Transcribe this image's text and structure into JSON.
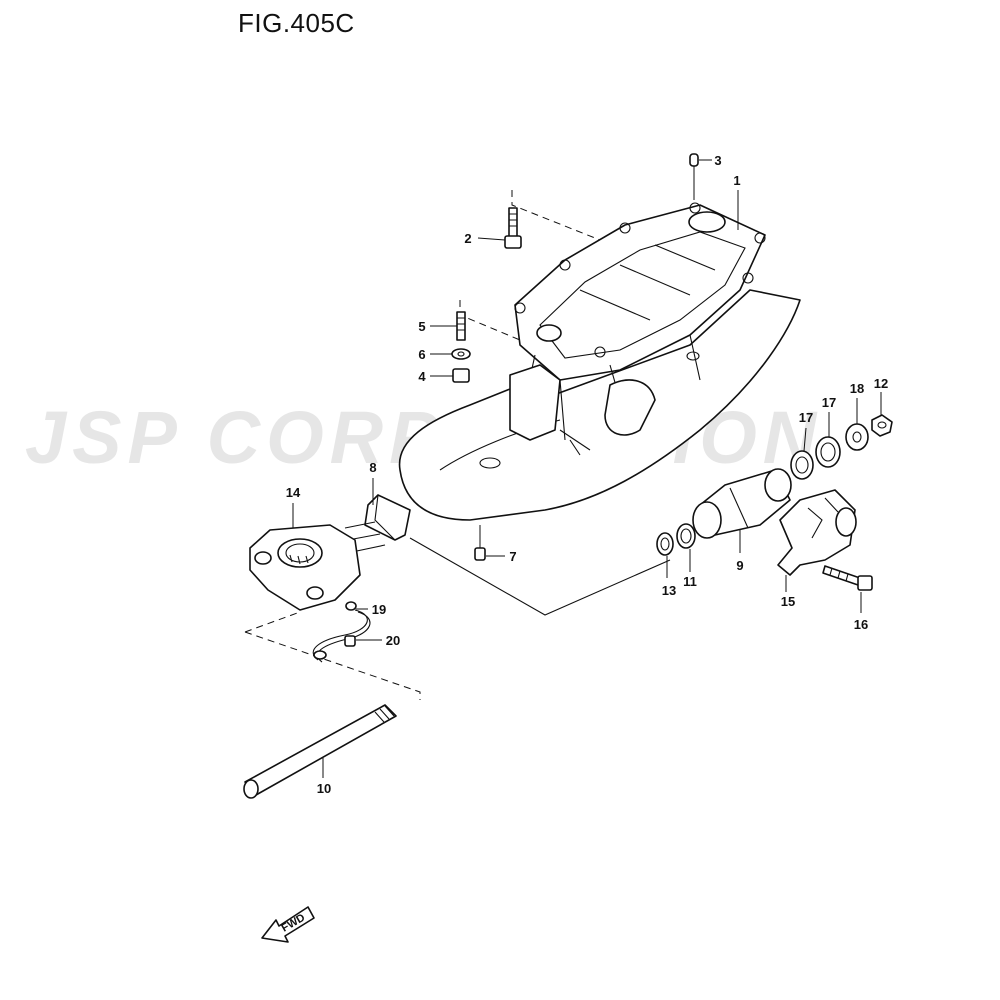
{
  "figure": {
    "title": "FIG.405C"
  },
  "watermark": {
    "text": "JSP CORPORATION"
  },
  "direction": {
    "label": "FWD"
  },
  "callouts": [
    {
      "id": "c1",
      "label": "1"
    },
    {
      "id": "c2",
      "label": "2"
    },
    {
      "id": "c3",
      "label": "3"
    },
    {
      "id": "c4",
      "label": "4"
    },
    {
      "id": "c5",
      "label": "5"
    },
    {
      "id": "c6",
      "label": "6"
    },
    {
      "id": "c7",
      "label": "7"
    },
    {
      "id": "c8",
      "label": "8"
    },
    {
      "id": "c9",
      "label": "9"
    },
    {
      "id": "c10",
      "label": "10"
    },
    {
      "id": "c11",
      "label": "11"
    },
    {
      "id": "c12",
      "label": "12"
    },
    {
      "id": "c13",
      "label": "13"
    },
    {
      "id": "c14",
      "label": "14"
    },
    {
      "id": "c15",
      "label": "15"
    },
    {
      "id": "c16",
      "label": "16"
    },
    {
      "id": "c17a",
      "label": "17"
    },
    {
      "id": "c17b",
      "label": "17"
    },
    {
      "id": "c18",
      "label": "18"
    },
    {
      "id": "c19",
      "label": "19"
    },
    {
      "id": "c20",
      "label": "20"
    }
  ]
}
